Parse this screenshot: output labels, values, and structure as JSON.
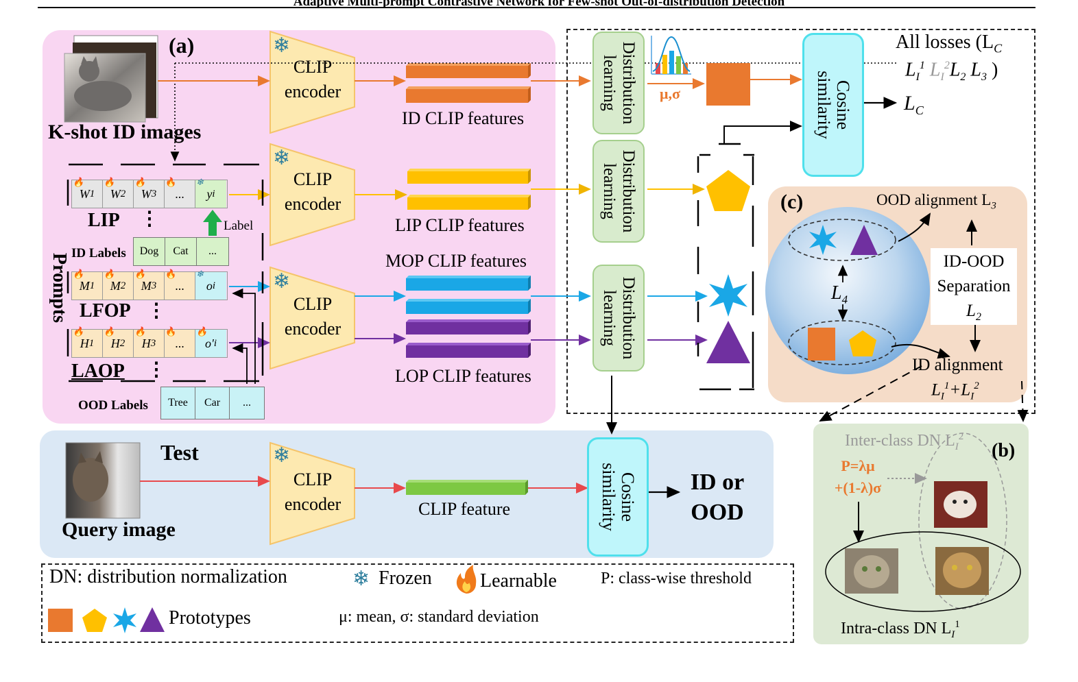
{
  "header": {
    "title": "Adaptive Multi-prompt Contrastive Network for Few-shot Out-of-distribution Detection"
  },
  "panel_a": {
    "tag": "(a)",
    "kshot_label": "K-shot ID images",
    "encoder_label": "CLIP\nencoder",
    "id_features": "ID CLIP features",
    "lip_features": "LIP CLIP features",
    "mop_features": "MOP CLIP features",
    "lop_features": "LOP CLIP features",
    "prompts_label": "Prompts",
    "lip": {
      "label": "LIP",
      "tokens": [
        "W",
        "W",
        "W",
        "...",
        "y"
      ],
      "subs": [
        "1",
        "2",
        "3",
        "",
        "i"
      ]
    },
    "lfop": {
      "label": "LFOP",
      "tokens": [
        "M",
        "M",
        "M",
        "...",
        "o"
      ],
      "subs": [
        "1",
        "2",
        "3",
        "",
        "i"
      ]
    },
    "laop": {
      "label": "LAOP",
      "tokens": [
        "H",
        "H",
        "H",
        "...",
        "o'"
      ],
      "subs": [
        "1",
        "2",
        "3",
        "",
        "i"
      ]
    },
    "id_labels_title": "ID Labels",
    "id_labels": [
      "Dog",
      "Cat",
      "..."
    ],
    "ood_labels_title": "OOD Labels",
    "ood_labels": [
      "Tree",
      "Car",
      "..."
    ],
    "label_arrow_text": "Label",
    "vdots": "⋮"
  },
  "distribution": {
    "label": "Distribution\nlearning",
    "musigma": "μ,σ"
  },
  "cosine": {
    "label": "Cosine\nsimilarity"
  },
  "losses": {
    "all_losses": "All losses (L",
    "all_losses_sub": "C",
    "line2": [
      "L",
      "I",
      "1",
      "L",
      "I",
      "2",
      "L",
      "2",
      "L",
      "3",
      ")"
    ],
    "lc": "L",
    "lc_sub": "C"
  },
  "panel_c": {
    "tag": "(c)",
    "ood_alignment": "OOD alignment L",
    "ood_alignment_sub": "3",
    "separation": [
      "ID-OOD",
      "Separation"
    ],
    "l2": "L",
    "l2_sub": "2",
    "l4": "L",
    "l4_sub": "4",
    "id_alignment": "ID alignment",
    "id_alignment_formula": [
      "L",
      "I",
      "1",
      "+L",
      "I",
      "2"
    ]
  },
  "panel_b": {
    "tag": "(b)",
    "inter_class": "Inter-class DN L",
    "inter_sub": "I",
    "inter_sup": "2",
    "threshold_formula": [
      "P=λμ",
      "+(1-λ)σ"
    ],
    "intra_class": "Intra-class DN L",
    "intra_sub": "I",
    "intra_sup": "1"
  },
  "test_panel": {
    "title": "Test",
    "query_label": "Query image",
    "encoder_label": "CLIP\nencoder",
    "feature_label": "CLIP feature",
    "result": [
      "ID or",
      "OOD"
    ]
  },
  "legend": {
    "dn": "DN: distribution normalization",
    "frozen": "Frozen",
    "learnable": "Learnable",
    "p_def": "P: class-wise threshold",
    "prototypes": "Prototypes",
    "mu_sigma_def": "μ: mean, σ: standard deviation"
  },
  "colors": {
    "orange": "#e9792f",
    "yellow": "#ffc000",
    "cyan": "#1aa7e6",
    "purple": "#7030a0",
    "green_feat": "#7dc843",
    "red_arrow": "#e8494c",
    "encoder_fill": "#fde9b0",
    "encoder_stroke": "#f5c46a"
  },
  "icons": {
    "frozen": "snowflake-icon",
    "learnable": "flame-icon"
  }
}
